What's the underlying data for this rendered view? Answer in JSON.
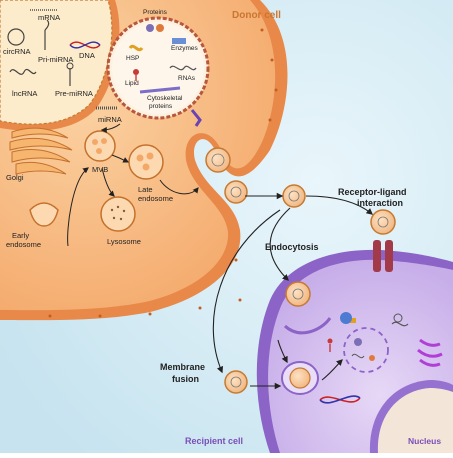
{
  "labels": {
    "donor_cell": "Donor cell",
    "recipient_cell": "Recipient cell",
    "nucleus": "Nucleus",
    "mrna": "mRNA",
    "circrna": "circRNA",
    "dna": "DNA",
    "pri_mirna": "Pri-miRNA",
    "lncrna": "lncRNA",
    "pre_mirna": "Pre-miRNA",
    "proteins": "Proteins",
    "enzymes": "Enzymes",
    "hsp": "HSP",
    "lipid": "Lipid",
    "rnas": "RNAs",
    "cytoskeletal_1": "Cytoskeletal",
    "cytoskeletal_2": "proteins",
    "mirna": "miRNA",
    "golgi": "Golgi",
    "mvb": "MVB",
    "late_endosome_1": "Late",
    "late_endosome_2": "endosome",
    "early_endosome_1": "Early",
    "early_endosome_2": "endosome",
    "lysosome": "Lysosome",
    "receptor_ligand_1": "Receptor-ligand",
    "receptor_ligand_2": "interaction",
    "endocytosis": "Endocytosis",
    "membrane_fusion_1": "Membrane",
    "membrane_fusion_2": "fusion"
  },
  "colors": {
    "background": "#d9eef6",
    "donor_membrane": "#e8894a",
    "donor_cytoplasm": "#f8c089",
    "nucleus_fill": "#fdeccb",
    "recipient_membrane": "#8c63c7",
    "recipient_cytoplasm": "#ddc9f0",
    "recipient_nucleus": "#f3e6d8",
    "title_color": "#c9772f",
    "recipient_title": "#7a4fb8",
    "exosome_fill": "#f0a860",
    "exosome_ring": "#c57a33",
    "receptor": "#a33a4a"
  }
}
